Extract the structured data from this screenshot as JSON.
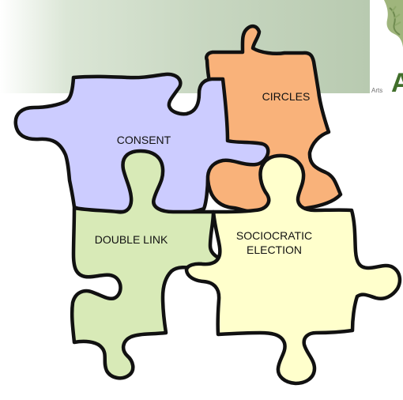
{
  "pieces": [
    {
      "label": "CONSENT",
      "fill": "#ccccff"
    },
    {
      "label": "CIRCLES",
      "fill": "#f9b27a"
    },
    {
      "label": "DOUBLE LINK",
      "fill": "#d8eab7"
    },
    {
      "label": "SOCIOCRATIC\nELECTION",
      "fill": "#ffffcc"
    }
  ],
  "logo": {
    "visible_letter": "A",
    "visible_text": "Arts"
  }
}
